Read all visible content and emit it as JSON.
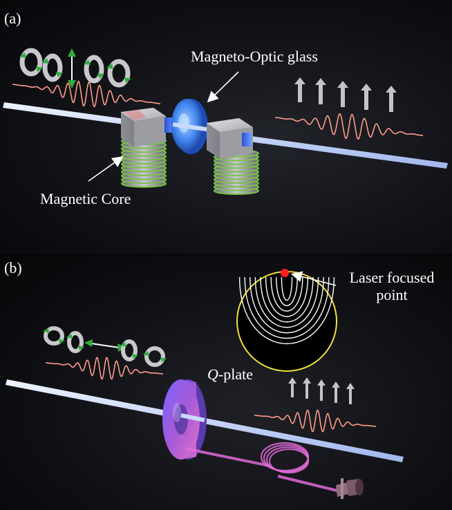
{
  "panel_a": {
    "tag": "(a)",
    "label_magneto_optic": "Magneto-Optic glass",
    "label_magnetic_core": "Magnetic Core"
  },
  "panel_b": {
    "tag": "(b)",
    "label_laser_line1": "Laser focused",
    "label_laser_line2": "point",
    "label_q": "Q",
    "label_plate": "-plate"
  },
  "colors": {
    "beam": "#c9d9ff",
    "wave": "#ff9c8a",
    "arrow_green": "#2fae3e",
    "coil_green": "#7bc24a",
    "disk_blue": "#4f93ff",
    "qplate_violet": "#8a5cff",
    "fiber_pink": "#e06ad8",
    "ring_yellow": "#f2e23a",
    "dot_red": "#ff2020"
  },
  "icons": [
    "circular-polarization-icon",
    "linear-polarization-arrow-icon",
    "electromagnet-icon",
    "q-plate-icon",
    "fiber-coil-icon",
    "fiber-connector-icon"
  ]
}
